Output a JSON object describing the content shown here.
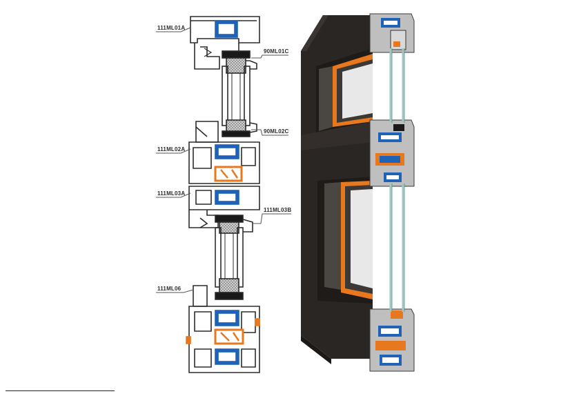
{
  "labels": {
    "l1": "111ML01A",
    "l2": "90ML01C",
    "l3": "90ML02C",
    "l4": "111ML02A",
    "l5": "111ML03A",
    "l6": "111ML03B",
    "l7": "111ML06"
  },
  "colors": {
    "profile": "#2b2b2b",
    "thermal_break": "#1f63b8",
    "gasket": "#e8781e",
    "frame_dark": "#2a2624",
    "glass_edge": "#9fc8c3",
    "section_fill": "#ffffff"
  }
}
